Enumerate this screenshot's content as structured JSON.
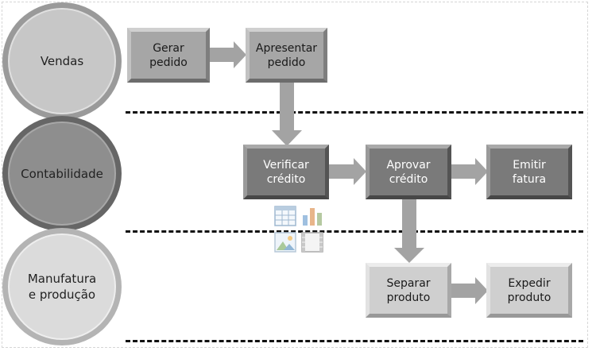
{
  "lanes": {
    "vendas": "Vendas",
    "contabilidade": "Contabilidade",
    "manufatura_line1": "Manufatura",
    "manufatura_line2": "e produção"
  },
  "steps": {
    "gerar_pedido": [
      "Gerar",
      "pedido"
    ],
    "apresentar_pedido": [
      "Apresentar",
      "pedido"
    ],
    "verificar_credito": [
      "Verificar",
      "crédito"
    ],
    "aprovar_credito": [
      "Aprovar",
      "crédito"
    ],
    "emitir_fatura": [
      "Emitir",
      "fatura"
    ],
    "separar_produto": [
      "Separar",
      "produto"
    ],
    "expedir_produto": [
      "Expedir",
      "produto"
    ]
  },
  "icons": [
    "table-icon",
    "chart-icon",
    "image-icon",
    "video-icon"
  ]
}
